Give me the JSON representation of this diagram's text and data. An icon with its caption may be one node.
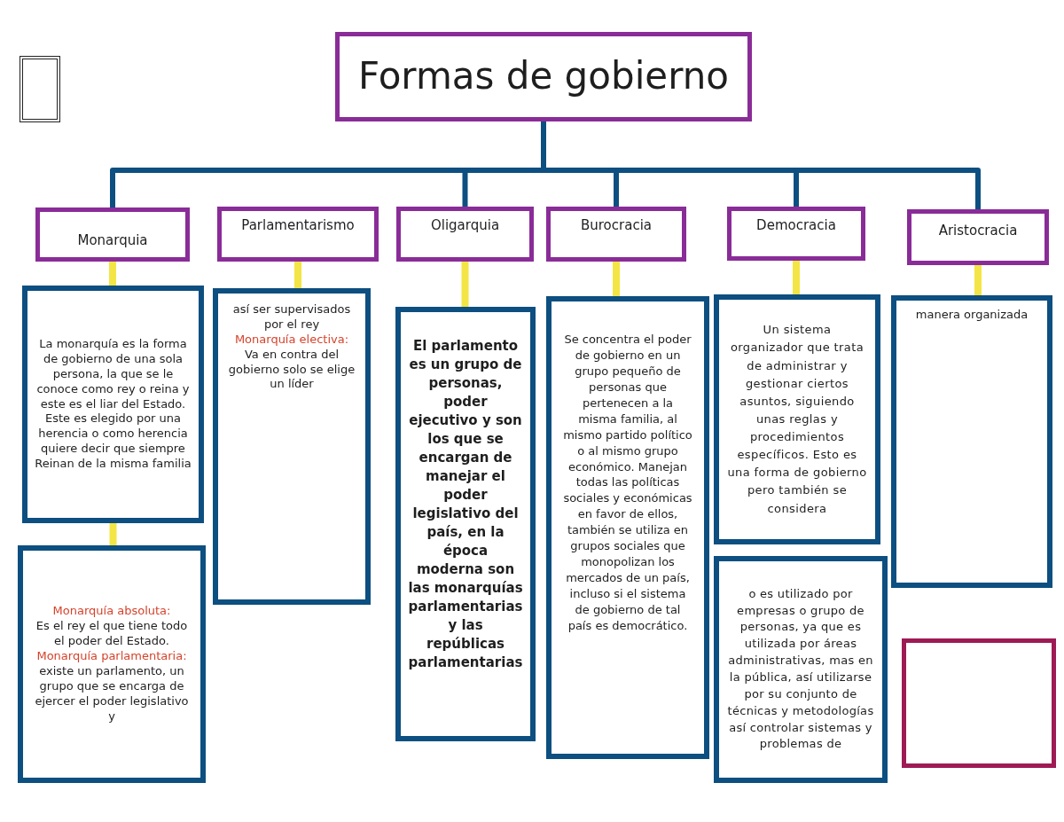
{
  "diagram": {
    "nodes": [
      {
        "text": [],
        "shape": "box"
      },
      {
        "text": [
          "Formas de gobierno"
        ]
      },
      {
        "text": [
          "Monarquia"
        ]
      },
      {
        "text": [
          "Parlamentarismo"
        ]
      },
      {
        "text": [
          "Oligarquia"
        ]
      },
      {
        "text": [
          "Burocracia"
        ]
      },
      {
        "text": [
          "Democracia"
        ]
      },
      {
        "text": [
          "Aristocracia"
        ]
      },
      {
        "text": [
          "La monarquía es la forma de gobierno de una sola persona, la que se le conoce como rey o reina y este es el liar del Estado. Este es elegido por una herencia o como herencia quiere decir que siempre Reinan de la misma familia"
        ]
      },
      {
        "text": [
          "así ser supervisados por el rey",
          "Monarquía electiva:",
          "Va en contra del gobierno solo se elige un líder"
        ]
      },
      {
        "text": [
          "El parlamento es un grupo de personas, poder ejecutivo y son los que se encargan de manejar el poder legislativo del país, en la época moderna son las monarquías parlamentarias y las repúblicas parlamentarias"
        ]
      },
      {
        "text": [
          "Se concentra el poder de gobierno en un grupo pequeño de personas que pertenecen a la misma familia, al mismo partido político o al mismo grupo económico. Manejan todas las políticas sociales y económicas en favor de ellos, también se utiliza en grupos sociales que monopolizan los mercados de un país, incluso si el sistema de gobierno de tal país es democrático."
        ]
      },
      {
        "text": [
          "Un sistema organizador que trata de administrar y gestionar ciertos asuntos, siguiendo unas reglas y procedimientos específicos. Esto es una forma de gobierno pero también se considera"
        ]
      },
      {
        "text": [
          "manera organizada"
        ]
      },
      {
        "text": [
          "Monarquía absoluta:",
          "Es el rey el que tiene todo el poder del Estado.",
          "Monarquía parlamentaria:",
          "existe un parlamento, un grupo que se encarga de ejercer el poder legislativo y"
        ]
      },
      {
        "text": [
          "o es utilizado por empresas o grupo de personas, ya que es utilizada por áreas administrativas, mas en la pública, así utilizarse por su conjunto de técnicas y metodologías así controlar sistemas y problemas de"
        ]
      },
      {
        "text": [],
        "shape": "box"
      }
    ],
    "edges": [
      {
        "from": 1,
        "to": 2,
        "arrow": "none",
        "color": "#0d4f80"
      },
      {
        "from": 1,
        "to": 4,
        "arrow": "none",
        "color": "#0d4f80"
      },
      {
        "from": 1,
        "to": 5,
        "arrow": "none",
        "color": "#0d4f80"
      },
      {
        "from": 1,
        "to": 6,
        "arrow": "none",
        "color": "#0d4f80"
      },
      {
        "from": 1,
        "to": 7,
        "arrow": "none",
        "color": "#0d4f80"
      },
      {
        "from": 2,
        "to": 8,
        "arrow": "none"
      },
      {
        "from": 8,
        "to": 14,
        "arrow": "none"
      },
      {
        "from": 3,
        "to": 9,
        "arrow": "none"
      },
      {
        "from": 4,
        "to": 10,
        "arrow": "none"
      },
      {
        "from": 5,
        "to": 11,
        "arrow": "none"
      },
      {
        "from": 6,
        "to": 12,
        "arrow": "none"
      },
      {
        "from": 7,
        "to": 13,
        "arrow": "none"
      }
    ]
  }
}
